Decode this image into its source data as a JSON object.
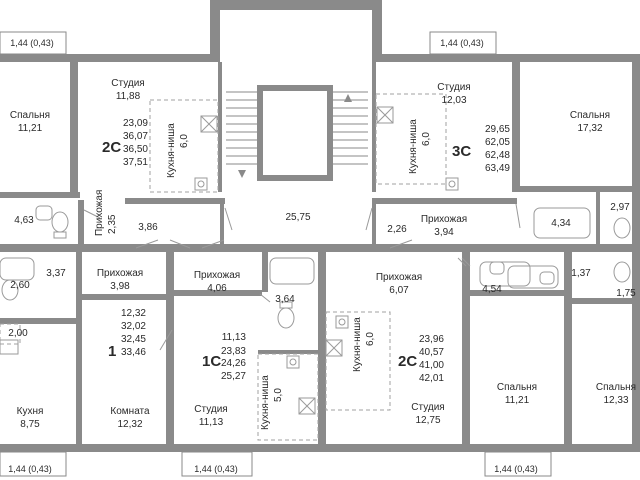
{
  "balconies": {
    "top_left": "1,44 (0,43)",
    "top_right": "1,44 (0,43)",
    "bottom_left": "1,44 (0,43)",
    "bottom_mid": "1,44 (0,43)",
    "bottom_right": "1,44 (0,43)"
  },
  "flat_3c": {
    "code": "3С",
    "areas": [
      "29,65",
      "62,05",
      "62,48",
      "63,49"
    ],
    "studio_label": "Студия",
    "studio_area": "12,03",
    "kitchen_niche": "Кухня-ниша",
    "kitchen_niche_area": "6,0",
    "hall_label": "Прихожая",
    "hall_area": "3,94",
    "bedroom_label": "Спальня",
    "bedroom_area": "17,32",
    "bath_area_a": "4,34",
    "bath_area_b": "2,97",
    "closet_area": "2,26"
  },
  "flat_2c_top": {
    "code": "2С",
    "areas": [
      "23,09",
      "36,07",
      "36,50",
      "37,51"
    ],
    "studio_label": "Студия",
    "studio_area": "11,88",
    "kitchen_niche": "Кухня-ниша",
    "kitchen_niche_area": "6,0",
    "hall_label": "Прихожая",
    "hall_area": "2,35",
    "bedroom_label": "Спальня",
    "bedroom_area": "11,21",
    "bath_area": "4,63",
    "closet_area": "3,86"
  },
  "corridor_area": "25,75",
  "flat_1": {
    "code": "1",
    "areas": [
      "12,32",
      "32,02",
      "32,45",
      "33,46"
    ],
    "hall_label": "Прихожая",
    "hall_area": "3,98",
    "room_label": "Комната",
    "room_area": "12,32",
    "kitchen_label": "Кухня",
    "kitchen_area": "8,75",
    "bath_area": "2,60",
    "closet_a": "3,37",
    "closet_b": "2,00"
  },
  "flat_1c": {
    "code": "1С",
    "areas": [
      "11,13",
      "23,83",
      "24,26",
      "25,27"
    ],
    "hall_label": "Прихожая",
    "hall_area": "4,06",
    "studio_label": "Студия",
    "studio_area": "11,13",
    "kitchen_niche": "Кухня-ниша",
    "kitchen_niche_area": "5,0",
    "bath_area": "3,64"
  },
  "flat_2c_bottom": {
    "code": "2С",
    "areas": [
      "23,96",
      "40,57",
      "41,00",
      "42,01"
    ],
    "hall_label": "Прихожая",
    "hall_area": "6,07",
    "studio_label": "Студия",
    "studio_area": "12,75",
    "kitchen_niche": "Кухня-ниша",
    "kitchen_niche_area": "6,0",
    "bath_area": "4,54",
    "bedroom_label": "Спальня",
    "bedroom_area": "11,21"
  },
  "flat_right_bottom": {
    "bedroom_label": "Спальня",
    "bedroom_area": "12,33",
    "bath_area_a": "1,37",
    "bath_area_b": "1,75"
  },
  "colors": {
    "wall": "#8a8a8a",
    "fixture": "#9a9a9a",
    "dash": "#a0a0a0"
  }
}
